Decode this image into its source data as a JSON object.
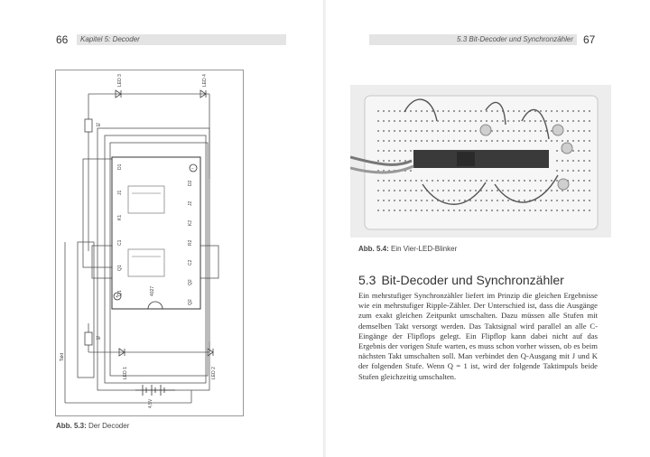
{
  "left_page": {
    "page_number": "66",
    "running_head": "Kapitel 5: Decoder",
    "schematic": {
      "labels": {
        "led3": "LED 3",
        "led4": "LED 4",
        "led1": "LED 1",
        "led2": "LED 2",
        "takt": "Takt",
        "r1": "1k",
        "r2": "1k",
        "ic": "4027",
        "ic_pins_left": [
          "D1",
          "J1",
          "K1",
          "C1",
          "Q1",
          "Q1"
        ],
        "ic_pins_right": [
          "D2",
          "J2",
          "K2",
          "R2",
          "C2",
          "Q2",
          "Q2"
        ],
        "battery": "4,5V",
        "plus": "+",
        "minus": "−"
      }
    },
    "caption": {
      "label": "Abb. 5.3:",
      "text": "Der Decoder"
    }
  },
  "right_page": {
    "page_number": "67",
    "running_head": "5.3  Bit-Decoder und Synchronzähler",
    "photo_caption": {
      "label": "Abb. 5.4:",
      "text": "Ein Vier-LED-Blinker"
    },
    "section": {
      "number": "5.3",
      "title": "Bit-Decoder und Synchronzähler",
      "body": "Ein mehrstufiger Synchronzähler liefert im Prinzip die gleichen Ergebnisse wie ein mehrstufiger Ripple-Zähler. Der Unterschied ist, dass die Ausgänge zum exakt gleichen Zeitpunkt umschalten. Dazu müssen alle Stufen mit demselben Takt versorgt werden. Das Taktsignal wird parallel an alle C-Eingänge der Flipflops gelegt. Ein Flipflop kann dabei nicht auf das Ergebnis der vorigen Stufe warten, es muss schon vorher wissen, ob es beim nächsten Takt umschalten soll. Man verbindet den Q-Ausgang mit J und K der folgenden Stufe. Wenn Q = 1 ist, wird der folgende Taktimpuls beide Stufen gleichzeitig umschalten."
    }
  }
}
